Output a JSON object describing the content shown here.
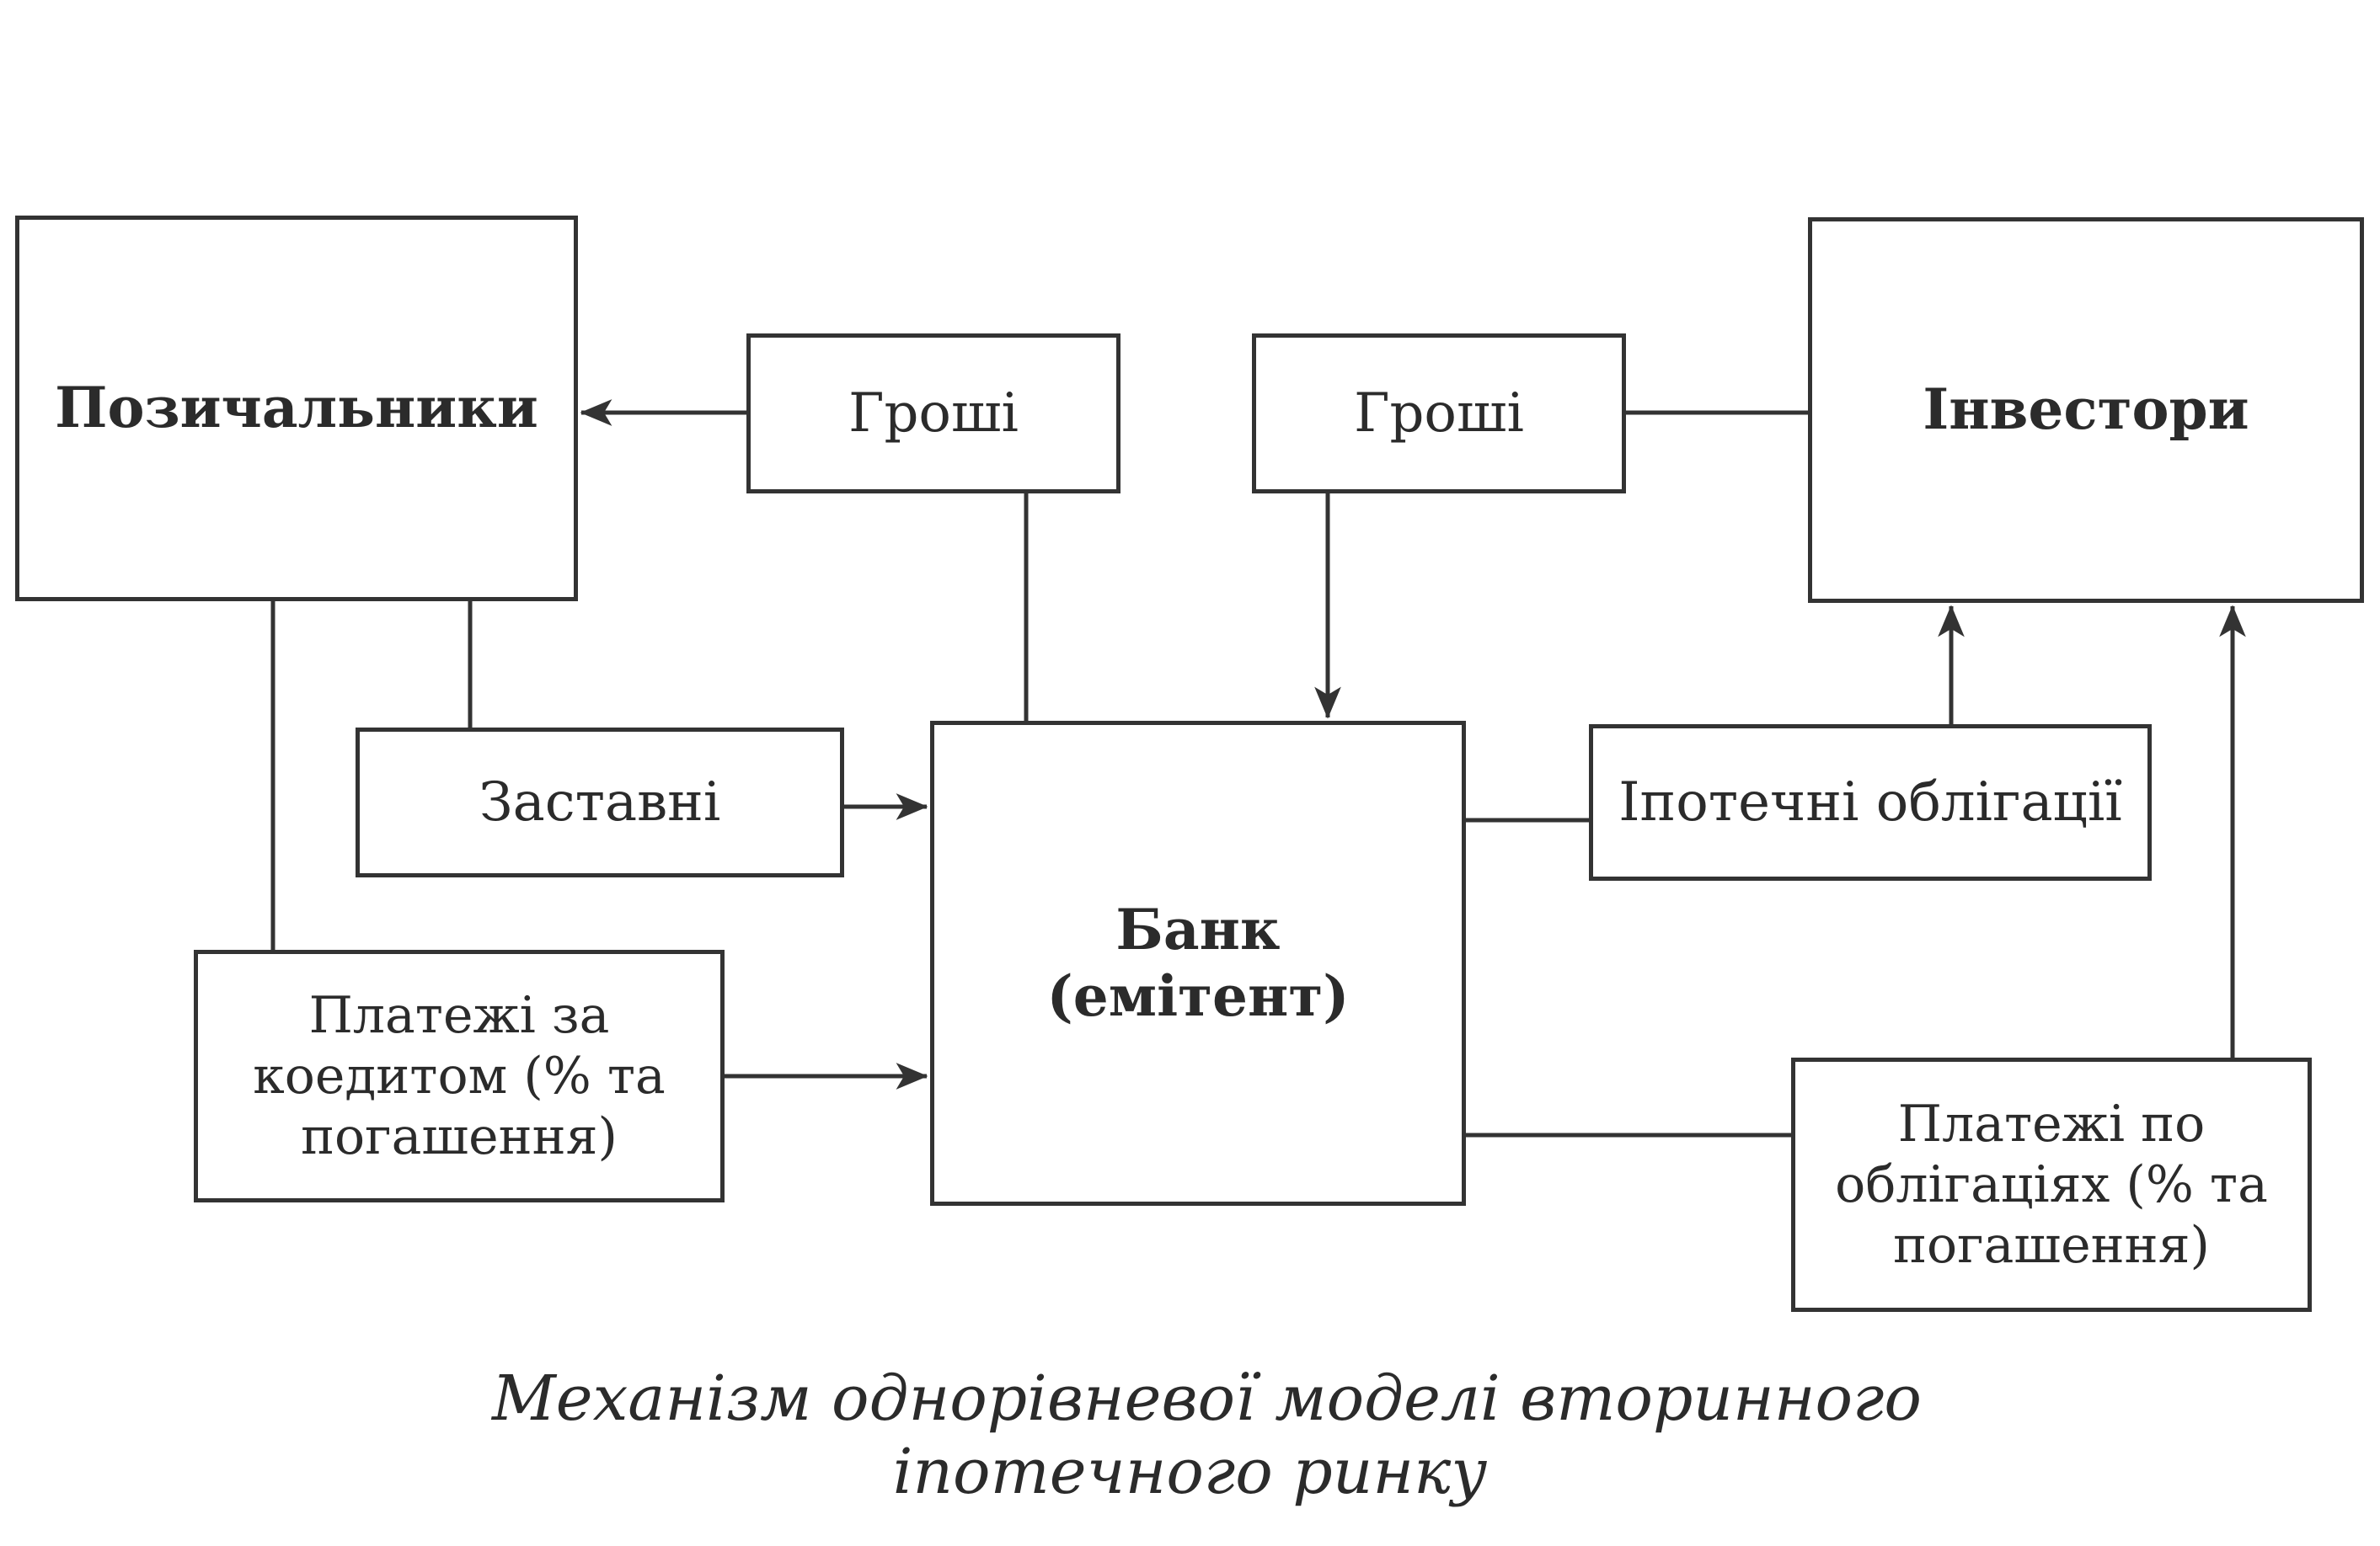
{
  "diagram": {
    "nodes": {
      "borrowers": "Позичальники",
      "money_left": "Гроші",
      "money_right": "Гроші",
      "investors": "Інвестори",
      "mortgages": "Заставні",
      "bank_line1": "Банк",
      "bank_line2": "(емітент)",
      "bonds": "Іпотечні облігації",
      "credit_payments_line1": "Платежі за",
      "credit_payments_line2": "коедитом (% та",
      "credit_payments_line3": "погашення)",
      "bond_payments_line1": "Платежі по",
      "bond_payments_line2": "облігаціях (% та",
      "bond_payments_line3": "погашення)"
    },
    "caption_line1": "Механізм однорівневої моделі вторинного",
    "caption_line2": "іпотечного ринку"
  },
  "colors": {
    "line": "#333333",
    "text": "#2b2b2b",
    "background": "#ffffff"
  }
}
